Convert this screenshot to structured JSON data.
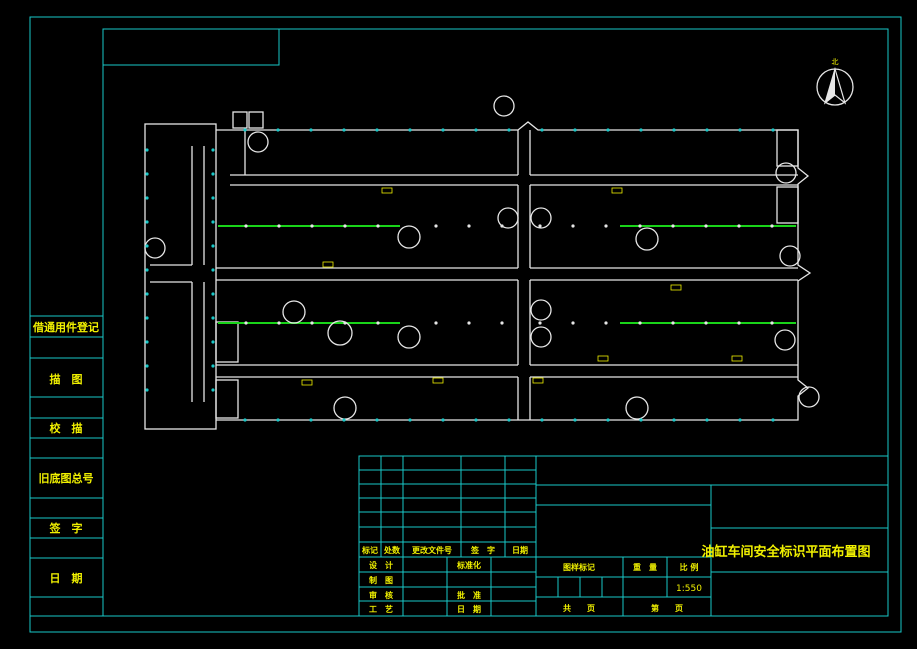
{
  "colors": {
    "frame": "#19c8c8",
    "wall": "#e6e6e6",
    "label": "#f0f000",
    "pipe": "#19d419",
    "background": "#000000"
  },
  "north_arrow": {
    "label": "北",
    "icon": "north-arrow-icon"
  },
  "side_column": {
    "items": [
      "借通用件登记",
      "描　图",
      "校　描",
      "旧底图总号",
      "签　字",
      "日　期"
    ]
  },
  "title_block": {
    "drawing_title": "油缸车间安全标识平面布置图",
    "scale": "1:550",
    "revision_headers": [
      "标记",
      "处数",
      "更改文件号",
      "签　字",
      "日期"
    ],
    "left_labels": [
      "设　计",
      "制　图",
      "审　核",
      "工　艺"
    ],
    "mid_labels": [
      "标准化",
      "批　准",
      "日　期"
    ],
    "stage_label": "图样标记",
    "weight_label": "重　量",
    "scale_label": "比 例",
    "sheets_total_label": "共　　页",
    "sheet_no_label": "第　　页"
  }
}
